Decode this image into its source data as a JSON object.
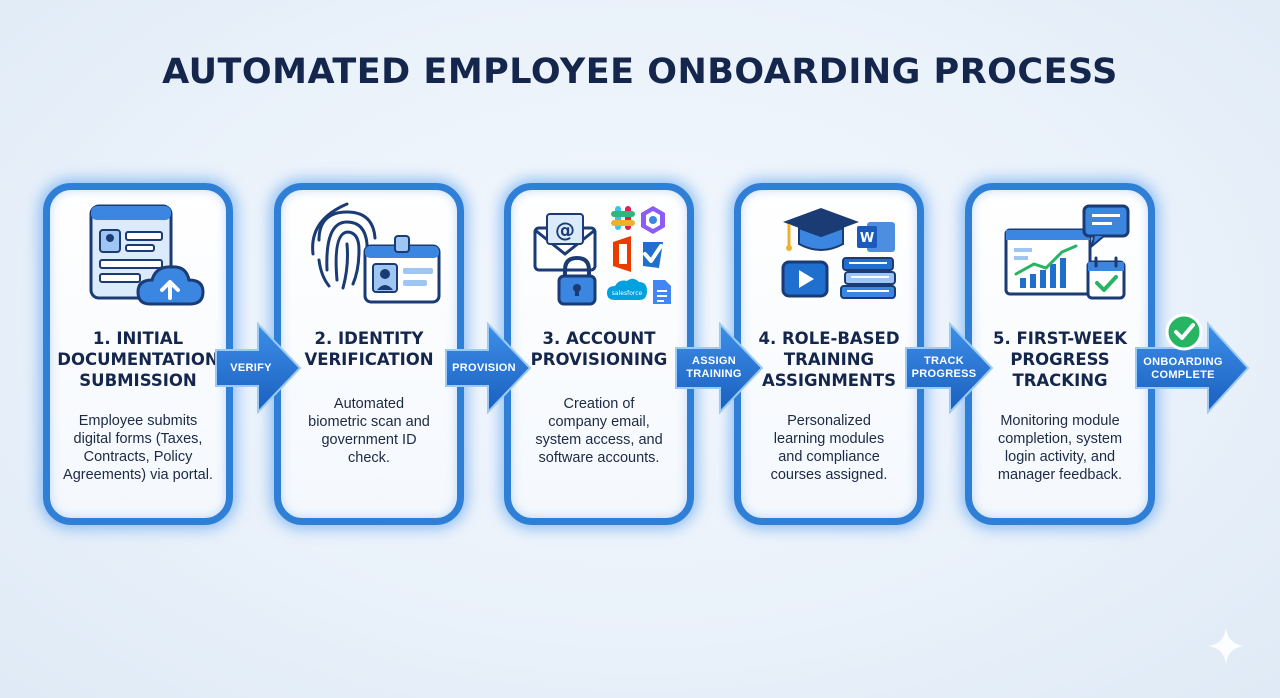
{
  "title": "AUTOMATED EMPLOYEE ONBOARDING PROCESS",
  "steps": [
    {
      "title": "1. INITIAL\nDOCUMENTATION\nSUBMISSION",
      "description": "Employee submits\ndigital forms (Taxes,\nContracts, Policy\nAgreements) via portal.",
      "icons": [
        "form-icon",
        "cloud-upload-icon"
      ]
    },
    {
      "title": "2. IDENTITY\nVERIFICATION",
      "description": "Automated\nbiometric scan and\ngovernment ID\ncheck.",
      "icons": [
        "fingerprint-icon",
        "id-badge-icon"
      ]
    },
    {
      "title": "3. ACCOUNT\nPROVISIONING",
      "description": "Creation of\ncompany email,\nsystem access, and\nsoftware accounts.",
      "icons": [
        "email-icon",
        "lock-icon",
        "slack-icon",
        "copilot-icon",
        "office-icon",
        "checkmark-app-icon",
        "salesforce-icon",
        "docs-icon"
      ],
      "icon_labels": {
        "salesforce": "salesforce"
      }
    },
    {
      "title": "4. ROLE-BASED\nTRAINING\nASSIGNMENTS",
      "description": "Personalized\nlearning modules\nand compliance\ncourses assigned.",
      "icons": [
        "graduation-cap-icon",
        "word-icon",
        "video-play-icon",
        "books-icon"
      ],
      "icon_labels": {
        "word": "W"
      }
    },
    {
      "title": "5. FIRST-WEEK\nPROGRESS\nTRACKING",
      "description": "Monitoring module\ncompletion, system\nlogin activity, and\nmanager feedback.",
      "icons": [
        "dashboard-chart-icon",
        "chat-bubble-icon",
        "calendar-check-icon"
      ]
    }
  ],
  "arrows": [
    "VERIFY",
    "PROVISION",
    "ASSIGN\nTRAINING",
    "TRACK\nPROGRESS",
    "ONBOARDING\nCOMPLETE"
  ],
  "colors": {
    "title": "#15264d",
    "card_border": "#2f7fd6",
    "arrow": "#1f6fcf",
    "complete_check": "#27b463"
  }
}
